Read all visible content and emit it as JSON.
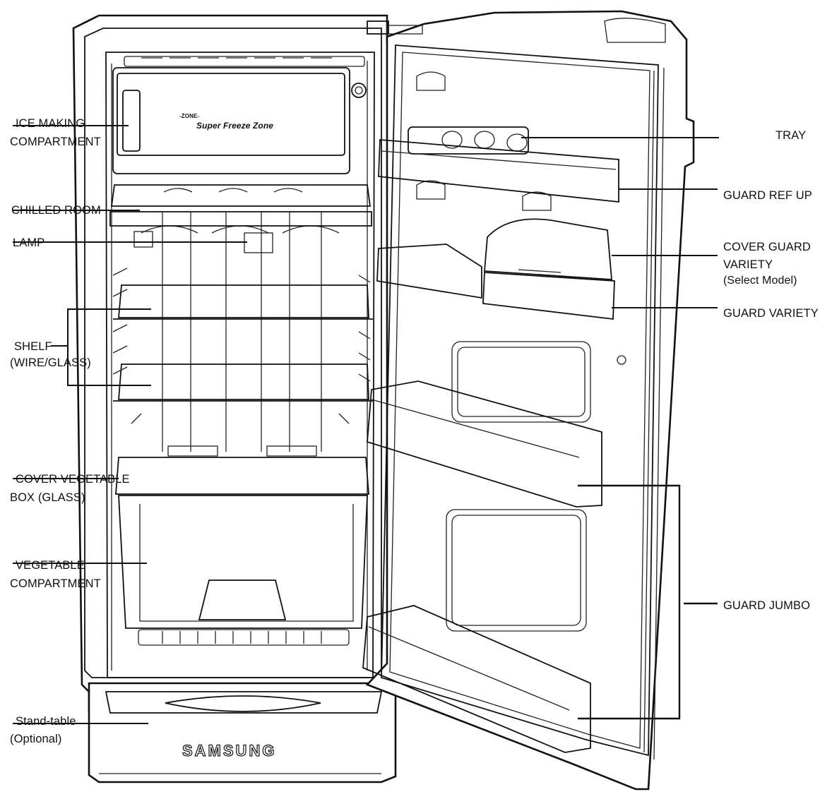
{
  "brand": "SAMSUNG",
  "zone_text": {
    "small": "-ZONE-",
    "main": "Super Freeze Zone"
  },
  "labels": {
    "ice_making_1": "ICE MAKING",
    "ice_making_2": "COMPARTMENT",
    "chilled_room": "CHILLED ROOM",
    "lamp": "LAMP",
    "shelf_1": "SHELF",
    "shelf_2": "(WIRE/GLASS)",
    "cover_veg_1": "COVER VEGETABLE",
    "cover_veg_2": "BOX (GLASS)",
    "veg_1": "VEGETABLE",
    "veg_2": "COMPARTMENT",
    "stand_1": "Stand-table",
    "stand_2": "(Optional)",
    "tray": "TRAY",
    "guard_ref_up": "GUARD REF UP",
    "cover_guard_1": "COVER GUARD",
    "cover_guard_2": "VARIETY",
    "cover_guard_3": "(Select Model)",
    "guard_variety": "GUARD VARIETY",
    "guard_jumbo": "GUARD JUMBO"
  }
}
